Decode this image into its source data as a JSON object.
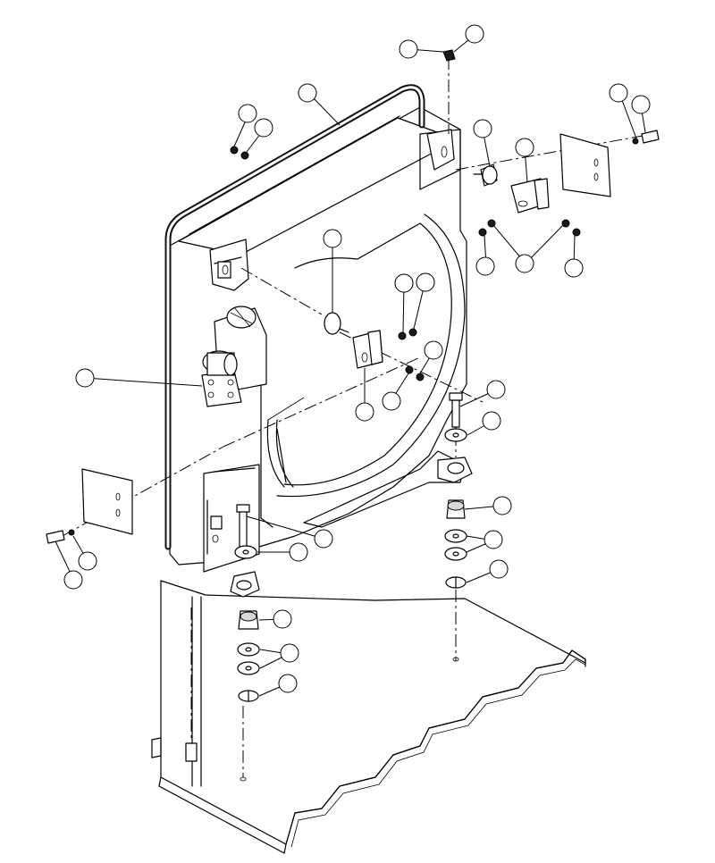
{
  "diagram": {
    "callouts": [
      {
        "id": "c1"
      },
      {
        "id": "c2"
      },
      {
        "id": "c3"
      },
      {
        "id": "c4"
      },
      {
        "id": "c5"
      },
      {
        "id": "c6"
      },
      {
        "id": "c7"
      },
      {
        "id": "c8"
      },
      {
        "id": "c9"
      },
      {
        "id": "c10"
      },
      {
        "id": "c11"
      },
      {
        "id": "c12"
      },
      {
        "id": "c13"
      },
      {
        "id": "c14"
      },
      {
        "id": "c15"
      },
      {
        "id": "c16"
      },
      {
        "id": "c17"
      },
      {
        "id": "c18"
      },
      {
        "id": "c19"
      },
      {
        "id": "c20"
      },
      {
        "id": "c21"
      },
      {
        "id": "c22"
      },
      {
        "id": "c23"
      },
      {
        "id": "c24"
      },
      {
        "id": "c25"
      },
      {
        "id": "c26"
      },
      {
        "id": "c27"
      },
      {
        "id": "c28"
      },
      {
        "id": "c29"
      },
      {
        "id": "c30"
      },
      {
        "id": "c31"
      },
      {
        "id": "c32"
      },
      {
        "id": "c33"
      }
    ]
  }
}
